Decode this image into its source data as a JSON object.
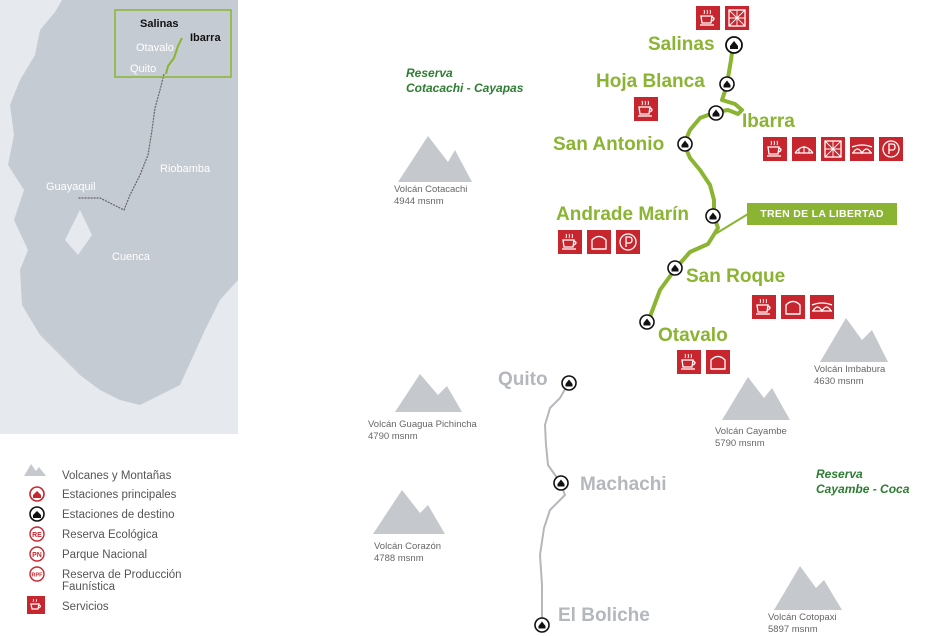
{
  "inset": {
    "labels": {
      "salinas": "Salinas",
      "ibarra": "Ibarra",
      "otavalo": "Otavalo",
      "quito": "Quito",
      "riobamba": "Riobamba",
      "guayaquil": "Guayaquil",
      "cuenca": "Cuenca"
    }
  },
  "legend": {
    "items": [
      {
        "label": "Volcanes y Montañas",
        "icon": "mountain-icon"
      },
      {
        "label": "Estaciones principales",
        "icon": "red-station-icon"
      },
      {
        "label": "Estaciones de destino",
        "icon": "black-station-icon"
      },
      {
        "label": "Reserva Ecológica",
        "icon": "RE"
      },
      {
        "label": "Parque Nacional",
        "icon": "PN"
      },
      {
        "label": "Reserva de Producción Faunística",
        "icon": "RPF"
      },
      {
        "label": "Servicios",
        "icon": "cup-icon"
      }
    ]
  },
  "stations": {
    "salinas": "Salinas",
    "hoja_blanca": "Hoja Blanca",
    "ibarra": "Ibarra",
    "san_antonio": "San Antonio",
    "andrade_marin": "Andrade Marín",
    "san_roque": "San Roque",
    "otavalo": "Otavalo",
    "quito": "Quito",
    "machachi": "Machachi",
    "el_boliche": "El Boliche"
  },
  "reserves": {
    "cotacachi_1": "Reserva",
    "cotacachi_2": "Cotacachi - Cayapas",
    "cayambe_1": "Reserva",
    "cayambe_2": "Cayambe - Coca"
  },
  "volcanoes": {
    "cotacachi": {
      "name": "Volcán Cotacachi",
      "alt": "4944 msnm"
    },
    "imbabura": {
      "name": "Volcán Imbabura",
      "alt": "4630 msnm"
    },
    "guagua": {
      "name": "Volcán Guagua Pichincha",
      "alt": "4790 msnm"
    },
    "cayambe": {
      "name": "Volcán Cayambe",
      "alt": "5790 msnm"
    },
    "corazon": {
      "name": "Volcán Corazón",
      "alt": "4788 msnm"
    },
    "cotopaxi": {
      "name": "Volcán Cotopaxi",
      "alt": "5897 msnm"
    }
  },
  "route_label": "TREN DE LA LIBERTAD",
  "services": {
    "salinas": [
      "cup-icon",
      "weaving-icon"
    ],
    "hoja_blanca": [
      "cup-icon"
    ],
    "ibarra": [
      "cup-icon",
      "arch-icon",
      "weaving-icon",
      "bridge-icon",
      "parking-icon"
    ],
    "andrade_marin": [
      "cup-icon",
      "hat-icon",
      "parking-icon"
    ],
    "san_roque": [
      "cup-icon",
      "hat-icon",
      "bridge-icon"
    ],
    "otavalo": [
      "cup-icon",
      "hat-icon"
    ]
  },
  "colors": {
    "route_green": "#8ab432",
    "service_red": "#c8262e",
    "gray_route": "#b4b8bd",
    "reserve_green": "#2e7d32"
  }
}
